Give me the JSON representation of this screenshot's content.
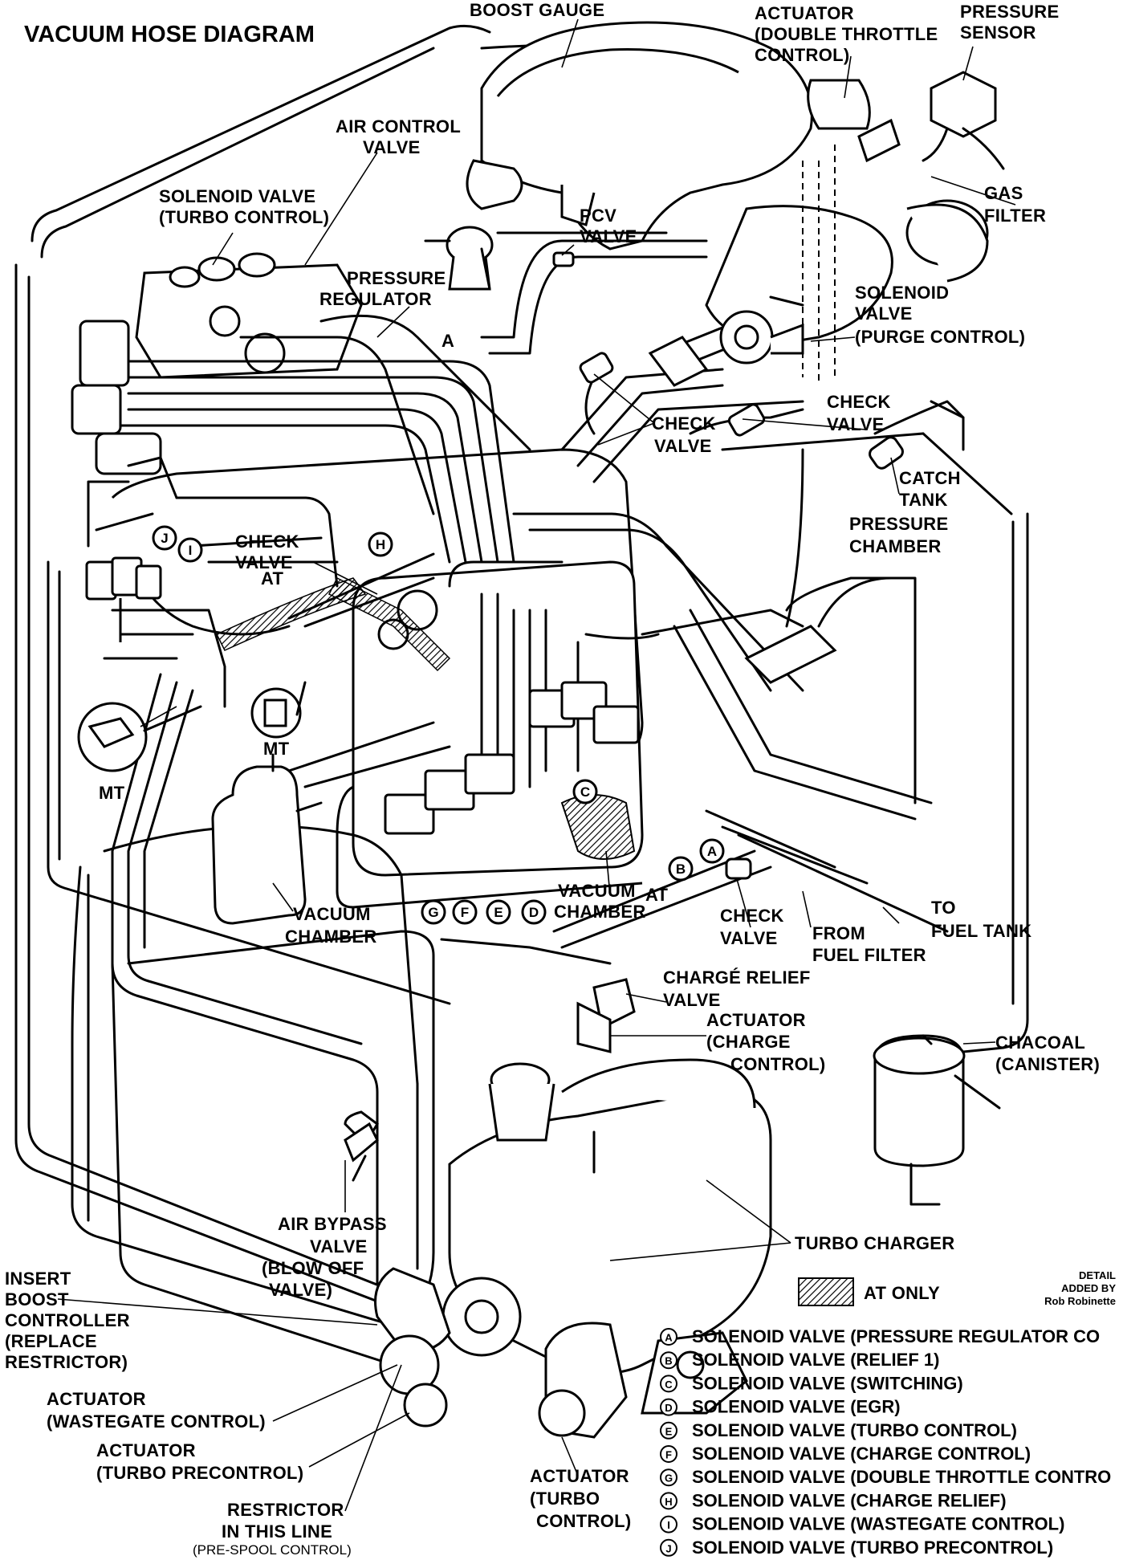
{
  "title": "VACUUM HOSE DIAGRAM",
  "labels": {
    "boost_gauge": "BOOST GAUGE",
    "actuator_double_throttle": [
      "ACTUATOR",
      "(DOUBLE THROTTLE",
      "CONTROL)"
    ],
    "pressure_sensor": [
      "PRESSURE",
      "SENSOR"
    ],
    "air_control_valve": [
      "AIR CONTROL",
      "VALVE"
    ],
    "solenoid_turbo": [
      "SOLENOID VALVE",
      "(TURBO CONTROL)"
    ],
    "pcv_valve": [
      "PCV",
      "VALVE"
    ],
    "gas_filter": [
      "GAS",
      "FILTER"
    ],
    "pressure_regulator": [
      "PRESSURE",
      "REGULATOR"
    ],
    "a_mark": "A",
    "solenoid_purge": [
      "SOLENOID",
      "VALVE",
      "(PURGE CONTROL)"
    ],
    "check_valve_center": [
      "CHECK",
      "VALVE"
    ],
    "check_valve_right": [
      "CHECK",
      "VALVE"
    ],
    "catch_tank": [
      "CATCH",
      "TANK"
    ],
    "pressure_chamber": [
      "PRESSURE",
      "CHAMBER"
    ],
    "check_valve_at": [
      "CHECK",
      "VALVE",
      "AT"
    ],
    "mt_left": "MT",
    "mt_center": "MT",
    "vacuum_chamber": [
      "VACUUM",
      "CHAMBER"
    ],
    "vacuum_chamber_at": [
      "VACUUM",
      "AT",
      "CHAMBER"
    ],
    "check_valve_lower": [
      "CHECK",
      "VALVE"
    ],
    "from_fuel_filter": [
      "FROM",
      "FUEL FILTER"
    ],
    "to_fuel_tank": [
      "TO",
      "FUEL TANK"
    ],
    "charge_relief": [
      "CHARGÉ RELIEF",
      "VALVE"
    ],
    "actuator_charge": [
      "ACTUATOR",
      "(CHARGE",
      "CONTROL)"
    ],
    "chacoal": [
      "CHACOAL",
      "(CANISTER)"
    ],
    "air_bypass": [
      "AIR BYPASS",
      "VALVE",
      "(BLOW OFF",
      "VALVE)"
    ],
    "turbo_charger": "TURBO CHARGER",
    "insert_boost": [
      "INSERT",
      "BOOST",
      "CONTROLLER",
      "(REPLACE",
      "RESTRICTOR)"
    ],
    "actuator_wastegate": [
      "ACTUATOR",
      "(WASTEGATE CONTROL)"
    ],
    "actuator_turbo_pre": [
      "ACTUATOR",
      "(TURBO PRECONTROL)"
    ],
    "restrictor": [
      "RESTRICTOR",
      "IN THIS LINE"
    ],
    "pre_spool": "(PRE-SPOOL CONTROL)",
    "actuator_turbo_control": [
      "ACTUATOR",
      "(TURBO",
      "CONTROL)"
    ],
    "at_only": "AT ONLY",
    "detail_credit": [
      "DETAIL",
      "ADDED BY",
      "Rob Robinette"
    ]
  },
  "letters": [
    "A",
    "B",
    "C",
    "D",
    "E",
    "F",
    "G",
    "H",
    "I",
    "J"
  ],
  "legend": [
    {
      "letter": "A",
      "text": "SOLENOID VALVE (PRESSURE REGULATOR CO"
    },
    {
      "letter": "B",
      "text": "SOLENOID VALVE (RELIEF 1)"
    },
    {
      "letter": "C",
      "text": "SOLENOID VALVE (SWITCHING)"
    },
    {
      "letter": "D",
      "text": "SOLENOID VALVE (EGR)"
    },
    {
      "letter": "E",
      "text": "SOLENOID VALVE (TURBO CONTROL)"
    },
    {
      "letter": "F",
      "text": "SOLENOID VALVE (CHARGE CONTROL)"
    },
    {
      "letter": "G",
      "text": "SOLENOID VALVE (DOUBLE THROTTLE CONTRO"
    },
    {
      "letter": "H",
      "text": "SOLENOID VALVE (CHARGE RELIEF)"
    },
    {
      "letter": "I",
      "text": "SOLENOID VALVE (WASTEGATE CONTROL)"
    },
    {
      "letter": "J",
      "text": "SOLENOID VALVE (TURBO PRECONTROL)"
    }
  ]
}
